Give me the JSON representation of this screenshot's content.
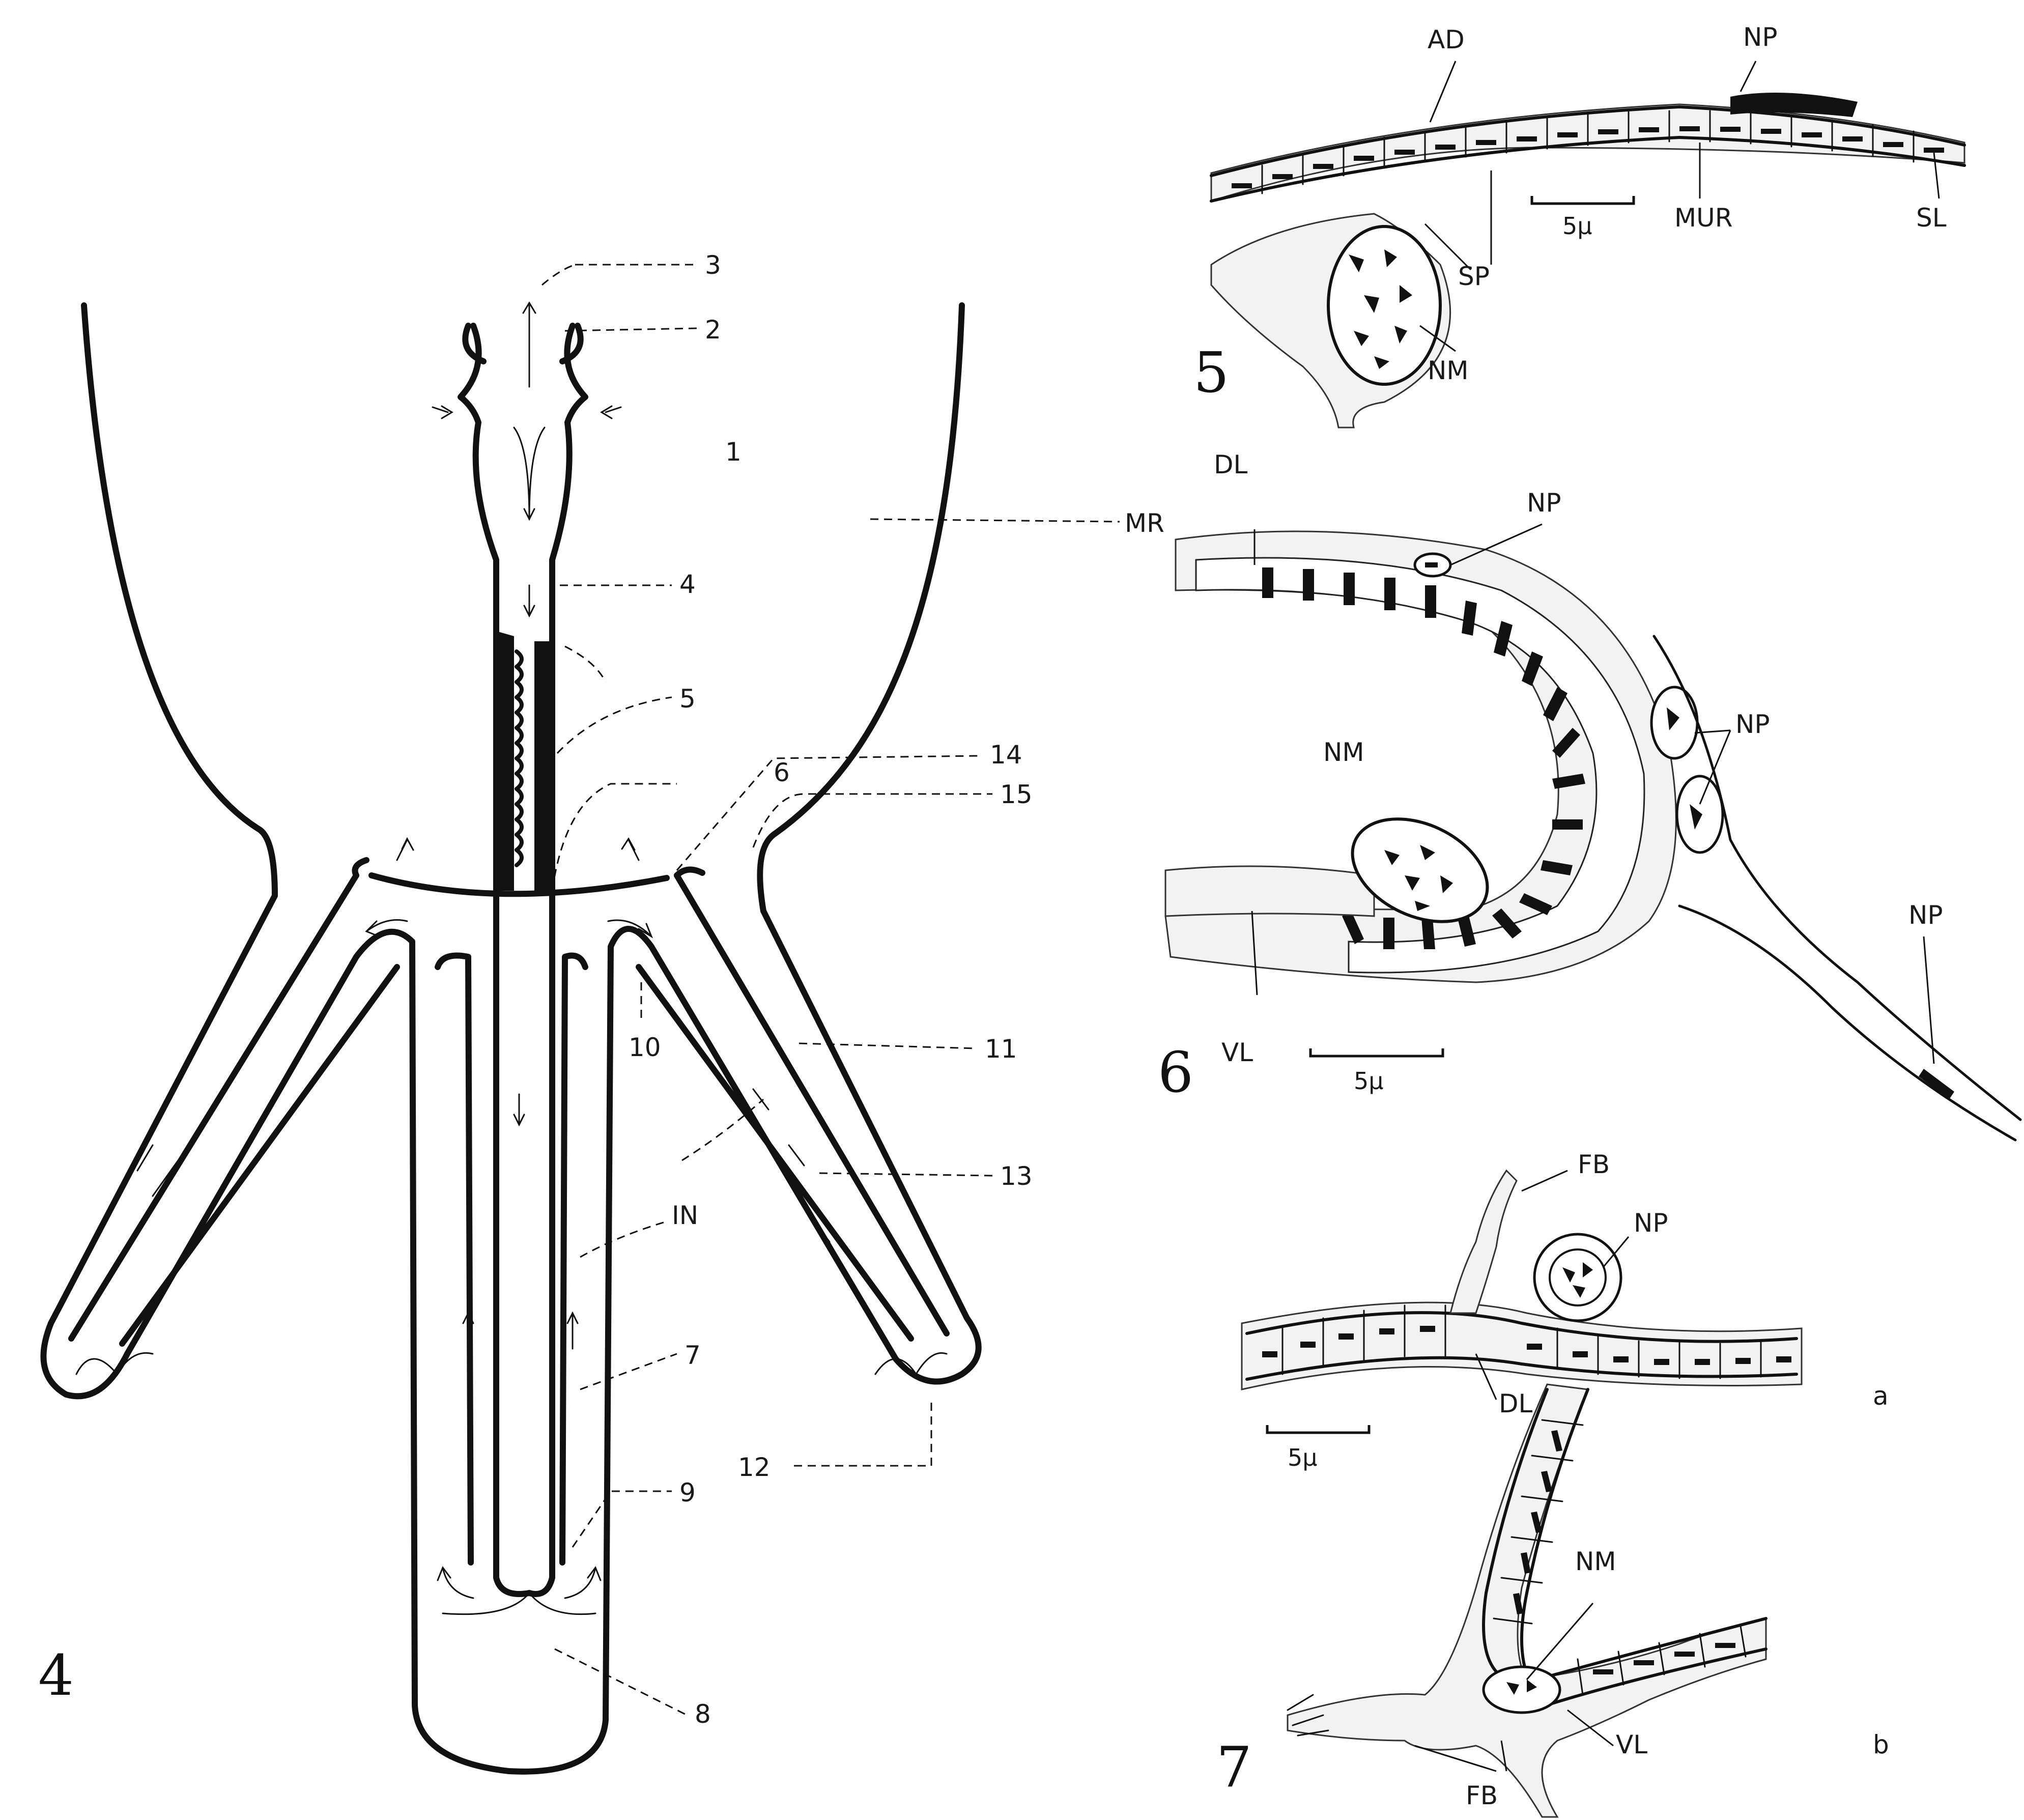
{
  "figures": {
    "fig4": {
      "number": "4",
      "labels": {
        "l1": "1",
        "l2": "2",
        "l3": "3",
        "l4": "4",
        "l5": "5",
        "l6": "6",
        "l7": "7",
        "l8": "8",
        "l9": "9",
        "l10": "10",
        "l11": "11",
        "l12": "12",
        "l13": "13",
        "l14": "14",
        "l15": "15",
        "mr": "MR",
        "in": "IN"
      }
    },
    "fig5": {
      "number": "5",
      "labels": {
        "ad": "AD",
        "np": "NP",
        "mur": "MUR",
        "sl": "SL",
        "sp": "SP",
        "nm": "NM"
      },
      "scale": "5μ"
    },
    "fig6": {
      "number": "6",
      "labels": {
        "dl": "DL",
        "np1": "NP",
        "np2": "NP",
        "np3": "NP",
        "nm": "NM",
        "vl": "VL"
      },
      "scale": "5μ"
    },
    "fig7": {
      "number": "7",
      "labels": {
        "fb_top": "FB",
        "np": "NP",
        "dl": "DL",
        "a": "a",
        "nm": "NM",
        "vl": "VL",
        "b": "b",
        "fb_bottom": "FB"
      },
      "scale": "5μ"
    }
  },
  "colors": {
    "ink": "#111111",
    "paper": "#ffffff",
    "stipple": "#f2f2f2"
  }
}
